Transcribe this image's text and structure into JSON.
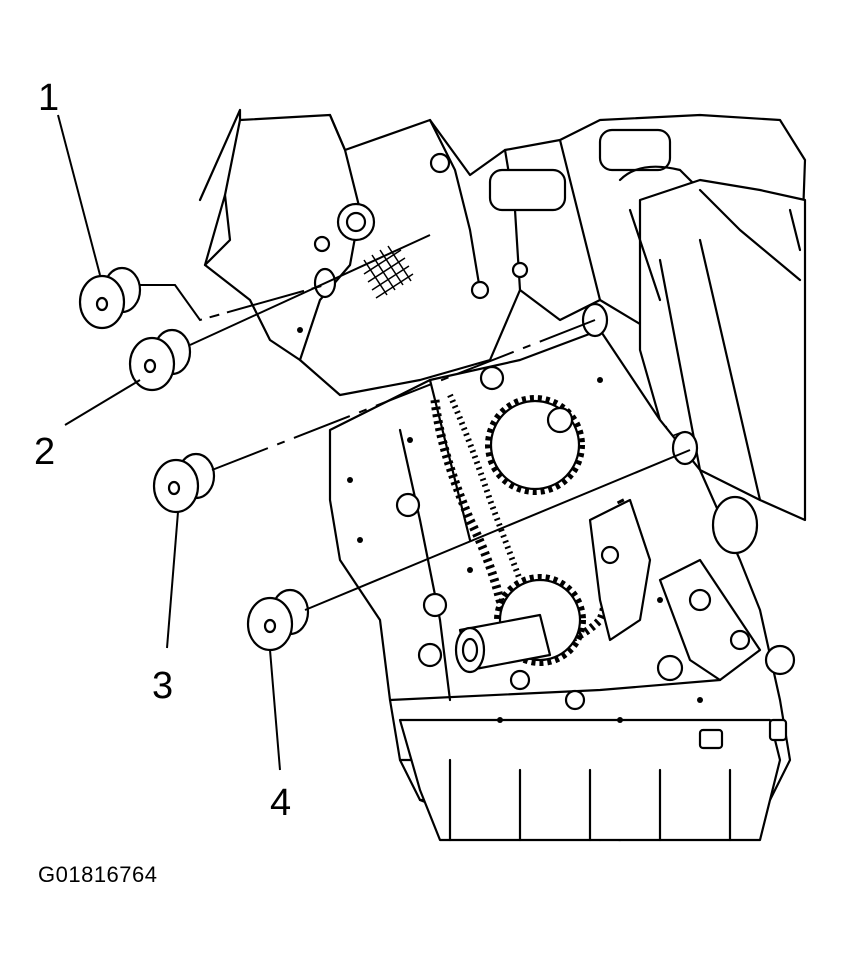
{
  "callouts": [
    {
      "id": "1",
      "label": "1"
    },
    {
      "id": "2",
      "label": "2"
    },
    {
      "id": "3",
      "label": "3"
    },
    {
      "id": "4",
      "label": "4"
    }
  ],
  "figure_id": "G01816764"
}
